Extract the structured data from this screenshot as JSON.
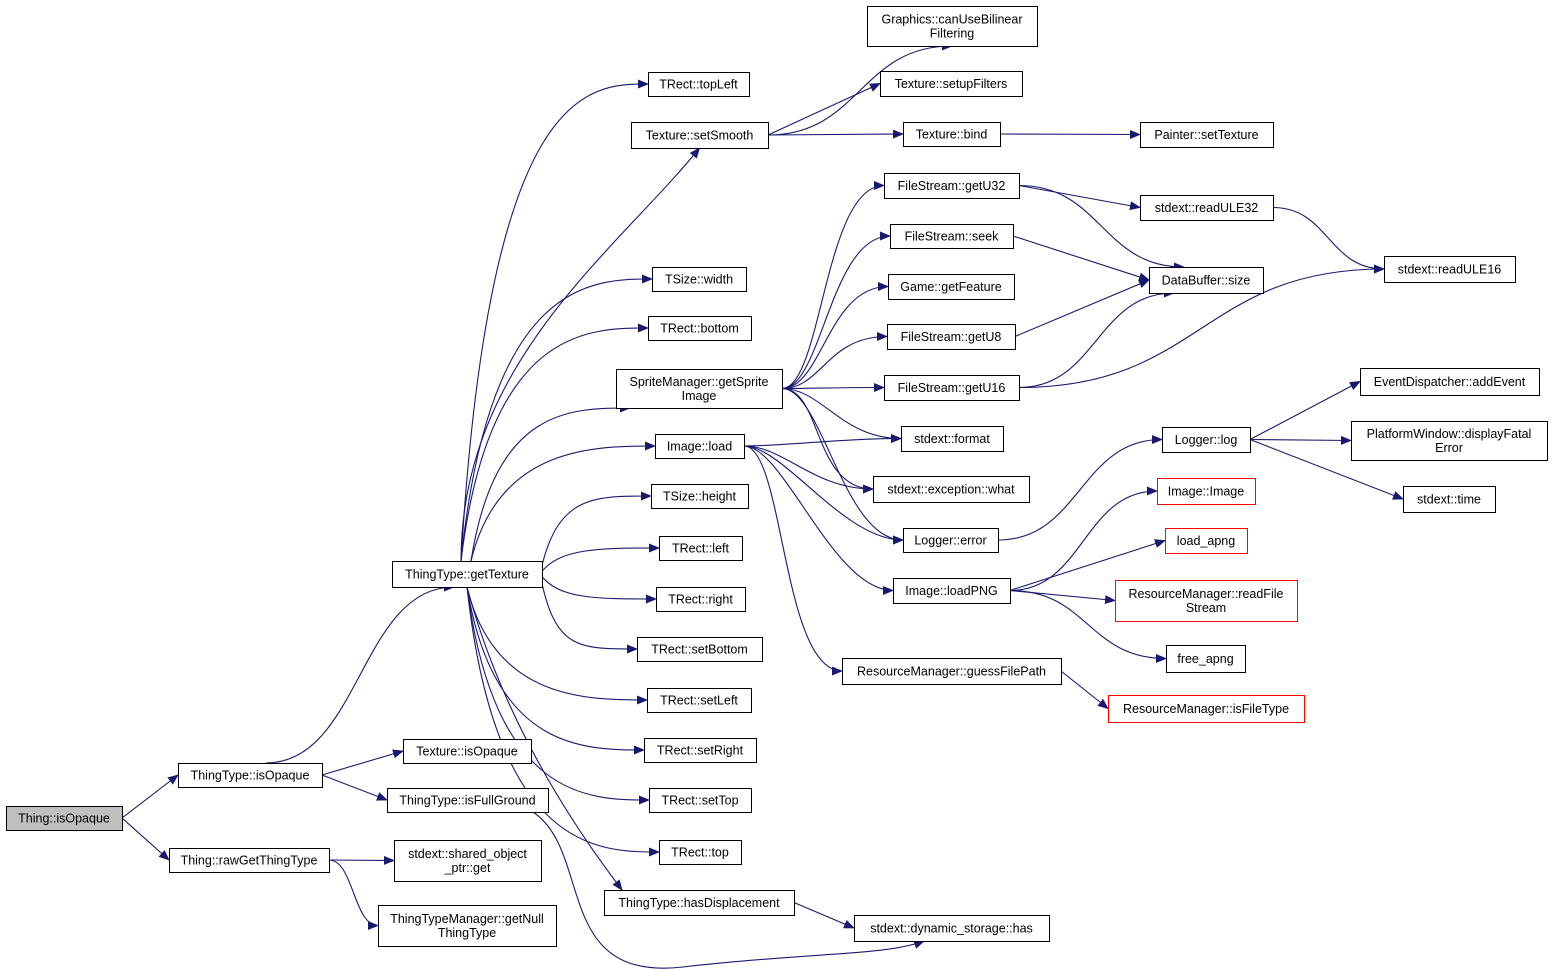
{
  "graph": {
    "nodes": [
      {
        "id": "thing_isopaque",
        "lines": [
          "Thing::isOpaque"
        ],
        "root": true
      },
      {
        "id": "tt_isopaque",
        "lines": [
          "ThingType::isOpaque"
        ]
      },
      {
        "id": "tt_rawget",
        "lines": [
          "Thing::rawGetThingType"
        ]
      },
      {
        "id": "tt_gettexture",
        "lines": [
          "ThingType::getTexture"
        ]
      },
      {
        "id": "tex_isopaque",
        "lines": [
          "Texture::isOpaque"
        ]
      },
      {
        "id": "tt_isfullground",
        "lines": [
          "ThingType::isFullGround"
        ]
      },
      {
        "id": "shared_get",
        "lines": [
          "stdext::shared_object",
          "_ptr::get"
        ]
      },
      {
        "id": "ttm_getnull",
        "lines": [
          "ThingTypeManager::getNull",
          "ThingType"
        ]
      },
      {
        "id": "trect_topleft",
        "lines": [
          "TRect::topLeft"
        ]
      },
      {
        "id": "tex_setsmooth",
        "lines": [
          "Texture::setSmooth"
        ]
      },
      {
        "id": "tsize_width",
        "lines": [
          "TSize::width"
        ]
      },
      {
        "id": "trect_bottom",
        "lines": [
          "TRect::bottom"
        ]
      },
      {
        "id": "sm_getsprite",
        "lines": [
          "SpriteManager::getSprite",
          "Image"
        ]
      },
      {
        "id": "image_load",
        "lines": [
          "Image::load"
        ]
      },
      {
        "id": "tsize_height",
        "lines": [
          "TSize::height"
        ]
      },
      {
        "id": "trect_left",
        "lines": [
          "TRect::left"
        ]
      },
      {
        "id": "trect_right",
        "lines": [
          "TRect::right"
        ]
      },
      {
        "id": "trect_setbottom",
        "lines": [
          "TRect::setBottom"
        ]
      },
      {
        "id": "trect_setleft",
        "lines": [
          "TRect::setLeft"
        ]
      },
      {
        "id": "trect_setright",
        "lines": [
          "TRect::setRight"
        ]
      },
      {
        "id": "trect_settop",
        "lines": [
          "TRect::setTop"
        ]
      },
      {
        "id": "trect_top",
        "lines": [
          "TRect::top"
        ]
      },
      {
        "id": "tt_hasdisp",
        "lines": [
          "ThingType::hasDisplacement"
        ]
      },
      {
        "id": "gfx_bilinear",
        "lines": [
          "Graphics::canUseBilinear",
          "Filtering"
        ]
      },
      {
        "id": "tex_setupfilters",
        "lines": [
          "Texture::setupFilters"
        ]
      },
      {
        "id": "tex_bind",
        "lines": [
          "Texture::bind"
        ]
      },
      {
        "id": "painter_settexture",
        "lines": [
          "Painter::setTexture"
        ]
      },
      {
        "id": "fs_getu32",
        "lines": [
          "FileStream::getU32"
        ]
      },
      {
        "id": "fs_seek",
        "lines": [
          "FileStream::seek"
        ]
      },
      {
        "id": "game_getfeature",
        "lines": [
          "Game::getFeature"
        ]
      },
      {
        "id": "fs_getu8",
        "lines": [
          "FileStream::getU8"
        ]
      },
      {
        "id": "fs_getu16",
        "lines": [
          "FileStream::getU16"
        ]
      },
      {
        "id": "stdext_format",
        "lines": [
          "stdext::format"
        ]
      },
      {
        "id": "stdext_exwhat",
        "lines": [
          "stdext::exception::what"
        ]
      },
      {
        "id": "logger_error",
        "lines": [
          "Logger::error"
        ]
      },
      {
        "id": "image_loadpng",
        "lines": [
          "Image::loadPNG"
        ]
      },
      {
        "id": "rm_guess",
        "lines": [
          "ResourceManager::guessFilePath"
        ]
      },
      {
        "id": "stdext_dynhas",
        "lines": [
          "stdext::dynamic_storage::has"
        ]
      },
      {
        "id": "stdext_readule32",
        "lines": [
          "stdext::readULE32"
        ]
      },
      {
        "id": "databuffer_size",
        "lines": [
          "DataBuffer::size"
        ]
      },
      {
        "id": "stdext_readule16",
        "lines": [
          "stdext::readULE16"
        ]
      },
      {
        "id": "logger_log",
        "lines": [
          "Logger::log"
        ]
      },
      {
        "id": "ed_addevent",
        "lines": [
          "EventDispatcher::addEvent"
        ]
      },
      {
        "id": "pw_displayfatal",
        "lines": [
          "PlatformWindow::displayFatal",
          "Error"
        ]
      },
      {
        "id": "stdext_time",
        "lines": [
          "stdext::time"
        ]
      },
      {
        "id": "image_image",
        "lines": [
          "Image::Image"
        ],
        "truncated": true
      },
      {
        "id": "load_apng",
        "lines": [
          "load_apng"
        ],
        "truncated": true
      },
      {
        "id": "rm_readfilestream",
        "lines": [
          "ResourceManager::readFile",
          "Stream"
        ],
        "truncated": true
      },
      {
        "id": "free_apng",
        "lines": [
          "free_apng"
        ]
      },
      {
        "id": "rm_isfiletype",
        "lines": [
          "ResourceManager::isFileType"
        ],
        "truncated": true
      }
    ],
    "edges": [
      [
        "thing_isopaque",
        "tt_isopaque"
      ],
      [
        "thing_isopaque",
        "tt_rawget"
      ],
      [
        "tt_isopaque",
        "tt_gettexture"
      ],
      [
        "tt_isopaque",
        "tex_isopaque"
      ],
      [
        "tt_isopaque",
        "tt_isfullground"
      ],
      [
        "tt_rawget",
        "shared_get"
      ],
      [
        "tt_rawget",
        "ttm_getnull"
      ],
      [
        "tt_gettexture",
        "trect_topleft"
      ],
      [
        "tt_gettexture",
        "tex_setsmooth"
      ],
      [
        "tt_gettexture",
        "tsize_width"
      ],
      [
        "tt_gettexture",
        "trect_bottom"
      ],
      [
        "tt_gettexture",
        "sm_getsprite"
      ],
      [
        "tt_gettexture",
        "image_load"
      ],
      [
        "tt_gettexture",
        "tsize_height"
      ],
      [
        "tt_gettexture",
        "trect_left"
      ],
      [
        "tt_gettexture",
        "trect_right"
      ],
      [
        "tt_gettexture",
        "trect_setbottom"
      ],
      [
        "tt_gettexture",
        "trect_setleft"
      ],
      [
        "tt_gettexture",
        "trect_setright"
      ],
      [
        "tt_gettexture",
        "trect_settop"
      ],
      [
        "tt_gettexture",
        "trect_top"
      ],
      [
        "tt_gettexture",
        "tt_hasdisp"
      ],
      [
        "tt_isfullground",
        "stdext_dynhas"
      ],
      [
        "tt_hasdisp",
        "stdext_dynhas"
      ],
      [
        "tex_setsmooth",
        "gfx_bilinear"
      ],
      [
        "tex_setsmooth",
        "tex_setupfilters"
      ],
      [
        "tex_setsmooth",
        "tex_bind"
      ],
      [
        "tex_bind",
        "painter_settexture"
      ],
      [
        "sm_getsprite",
        "fs_getu32"
      ],
      [
        "sm_getsprite",
        "fs_seek"
      ],
      [
        "sm_getsprite",
        "game_getfeature"
      ],
      [
        "sm_getsprite",
        "fs_getu8"
      ],
      [
        "sm_getsprite",
        "fs_getu16"
      ],
      [
        "sm_getsprite",
        "stdext_format"
      ],
      [
        "sm_getsprite",
        "stdext_exwhat"
      ],
      [
        "sm_getsprite",
        "logger_error"
      ],
      [
        "fs_getu32",
        "stdext_readule32"
      ],
      [
        "fs_getu32",
        "databuffer_size"
      ],
      [
        "fs_seek",
        "databuffer_size"
      ],
      [
        "fs_getu8",
        "databuffer_size"
      ],
      [
        "fs_getu16",
        "databuffer_size"
      ],
      [
        "fs_getu16",
        "stdext_readule16"
      ],
      [
        "stdext_readule32",
        "stdext_readule16"
      ],
      [
        "image_load",
        "stdext_format"
      ],
      [
        "image_load",
        "stdext_exwhat"
      ],
      [
        "image_load",
        "logger_error"
      ],
      [
        "image_load",
        "image_loadpng"
      ],
      [
        "image_load",
        "rm_guess"
      ],
      [
        "logger_error",
        "logger_log"
      ],
      [
        "logger_log",
        "ed_addevent"
      ],
      [
        "logger_log",
        "pw_displayfatal"
      ],
      [
        "logger_log",
        "stdext_time"
      ],
      [
        "image_loadpng",
        "image_image"
      ],
      [
        "image_loadpng",
        "load_apng"
      ],
      [
        "image_loadpng",
        "rm_readfilestream"
      ],
      [
        "image_loadpng",
        "free_apng"
      ],
      [
        "rm_guess",
        "rm_isfiletype"
      ]
    ]
  },
  "colors": {
    "edge": "#191970",
    "root_fill": "#bfbfbf",
    "truncated_border": "#ff0000",
    "box_border": "#000000"
  }
}
